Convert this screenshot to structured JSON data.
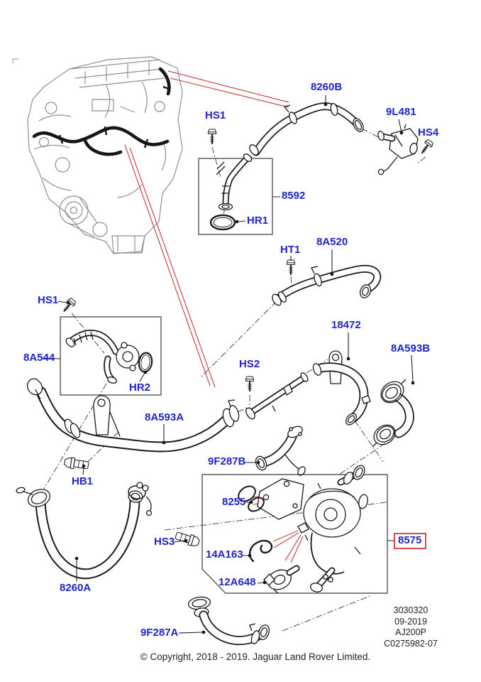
{
  "diagram": {
    "title_hidden": "",
    "callouts": [
      {
        "id": "hs1-top",
        "text": "HS1"
      },
      {
        "id": "8260B",
        "text": "8260B"
      },
      {
        "id": "9L481",
        "text": "9L481"
      },
      {
        "id": "HS4",
        "text": "HS4"
      },
      {
        "id": "8592",
        "text": "8592"
      },
      {
        "id": "HR1",
        "text": "HR1"
      },
      {
        "id": "HT1",
        "text": "HT1"
      },
      {
        "id": "8A520",
        "text": "8A520"
      },
      {
        "id": "hs1-left",
        "text": "HS1"
      },
      {
        "id": "8A544",
        "text": "8A544"
      },
      {
        "id": "HR2",
        "text": "HR2"
      },
      {
        "id": "18472",
        "text": "18472"
      },
      {
        "id": "8A593B",
        "text": "8A593B"
      },
      {
        "id": "HS2",
        "text": "HS2"
      },
      {
        "id": "8A593A",
        "text": "8A593A"
      },
      {
        "id": "9F287B",
        "text": "9F287B"
      },
      {
        "id": "HB1",
        "text": "HB1"
      },
      {
        "id": "8255",
        "text": "8255"
      },
      {
        "id": "HS3",
        "text": "HS3"
      },
      {
        "id": "14A163",
        "text": "14A163"
      },
      {
        "id": "12A648",
        "text": "12A648"
      },
      {
        "id": "8575",
        "text": "8575",
        "highlighted": true
      },
      {
        "id": "8260A",
        "text": "8260A"
      },
      {
        "id": "9F287A",
        "text": "9F287A"
      }
    ],
    "doc_info": {
      "lines": [
        "3030320",
        "09-2019",
        "AJ200P",
        "C0275982-07"
      ]
    },
    "footer": {
      "copyright": "© Copyright, 2018 - 2019. Jaguar Land Rover Limited."
    },
    "colors": {
      "label_blue": "#1f25c8",
      "leader_red": "#cc4848",
      "highlight_box_red": "#cc2222",
      "part_line": "#1a1a1a",
      "engine_gray": "#8f8f8f"
    }
  }
}
